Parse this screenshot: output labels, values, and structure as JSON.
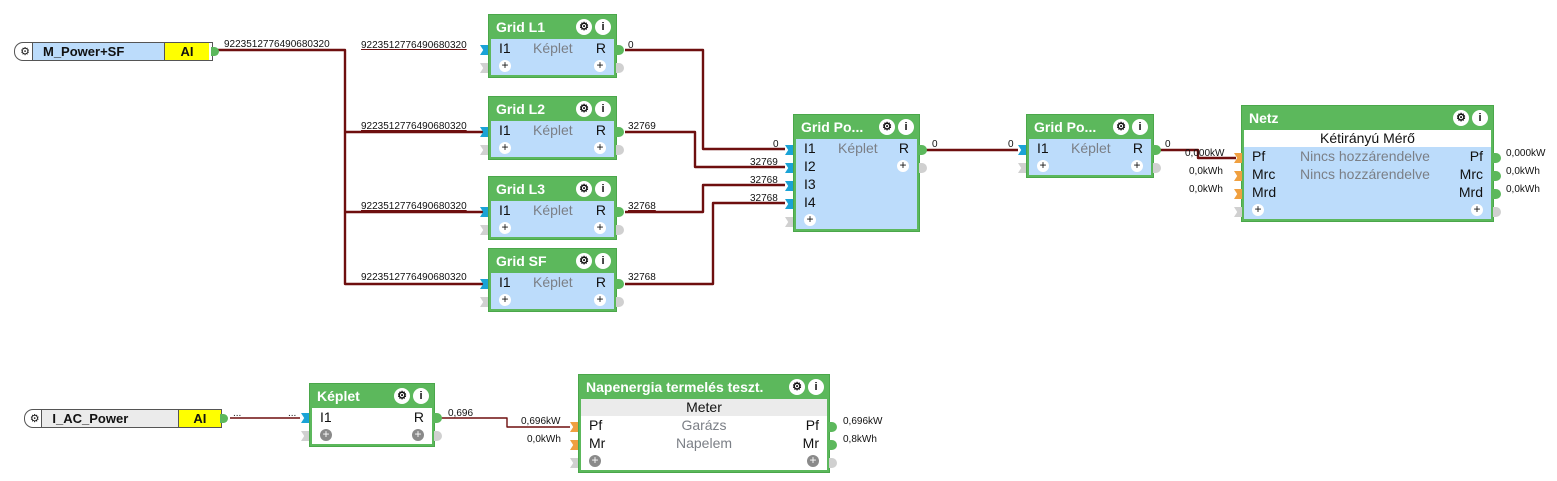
{
  "inputs": [
    {
      "name": "M_Power+SF",
      "type": "AI",
      "value": "9223512776490680320",
      "icon": "gear-icon",
      "color": "#bcdcfb"
    },
    {
      "name": "I_AC_Power",
      "type": "AI",
      "value": "...",
      "icon": "gear-icon",
      "color": "#ebebeb"
    }
  ],
  "blocks": {
    "grid_l1": {
      "title": "Grid L1",
      "in": "I1",
      "mid": "Képlet",
      "out": "R",
      "in_val": "9223512776490680320",
      "out_val": "0"
    },
    "grid_l2": {
      "title": "Grid L2",
      "in": "I1",
      "mid": "Képlet",
      "out": "R",
      "in_val": "9223512776490680320",
      "out_val": "32769"
    },
    "grid_l3": {
      "title": "Grid L3",
      "in": "I1",
      "mid": "Képlet",
      "out": "R",
      "in_val": "9223512776490680320",
      "out_val": "32768"
    },
    "grid_sf": {
      "title": "Grid SF",
      "in": "I1",
      "mid": "Képlet",
      "out": "R",
      "in_val": "9223512776490680320",
      "out_val": "32768"
    },
    "grid_po1": {
      "title": "Grid Po...",
      "ins": [
        "I1",
        "I2",
        "I3",
        "I4"
      ],
      "mid": "Képlet",
      "out": "R",
      "in_vals": [
        "0",
        "32769",
        "32768",
        "32768"
      ],
      "out_val": "0"
    },
    "grid_po2": {
      "title": "Grid Po...",
      "in": "I1",
      "mid": "Képlet",
      "out": "R",
      "in_val": "0",
      "out_val": "0"
    },
    "netz": {
      "title": "Netz",
      "subtitle": "Kétirányú Mérő",
      "rows": [
        {
          "in": "Pf",
          "mid": "Nincs hozzárendelve",
          "out": "Pf",
          "in_val": "0,000kW",
          "out_val": "0,000kW"
        },
        {
          "in": "Mrc",
          "mid": "Nincs hozzárendelve",
          "out": "Mrc",
          "in_val": "0,0kWh",
          "out_val": "0,0kWh"
        },
        {
          "in": "Mrd",
          "mid": "",
          "out": "Mrd",
          "in_val": "0,0kWh",
          "out_val": "0,0kWh"
        }
      ]
    },
    "keplet": {
      "title": "Képlet",
      "in": "I1",
      "out": "R",
      "in_val": "...",
      "out_val": "0,696"
    },
    "napenergia": {
      "title": "Napenergia termelés teszt.",
      "subtitle": "Meter",
      "rows": [
        {
          "in": "Pf",
          "mid": "Garázs",
          "out": "Pf",
          "in_val": "0,696kW",
          "out_val": "0,696kW"
        },
        {
          "in": "Mr",
          "mid": "Napelem",
          "out": "Mr",
          "in_val": "0,0kWh",
          "out_val": "0,8kWh"
        }
      ]
    }
  },
  "icons": {
    "gear": "⚙",
    "info": "i",
    "plus": "+"
  }
}
